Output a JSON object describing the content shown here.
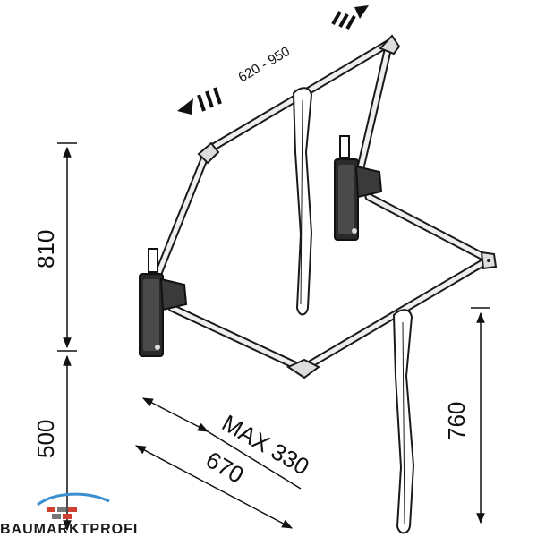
{
  "dimensions": {
    "width_range": "620 - 950",
    "height_upper": "810",
    "height_lower": "500",
    "height_right": "760",
    "depth_max": "MAX 330",
    "depth_total": "670"
  },
  "brand": {
    "name": "BAUMARKTPROFI",
    "accent_color": "#3a8fd0"
  },
  "colors": {
    "frame": "#1a1a1a",
    "frame_highlight": "#eeeeee",
    "background": "#ffffff"
  }
}
